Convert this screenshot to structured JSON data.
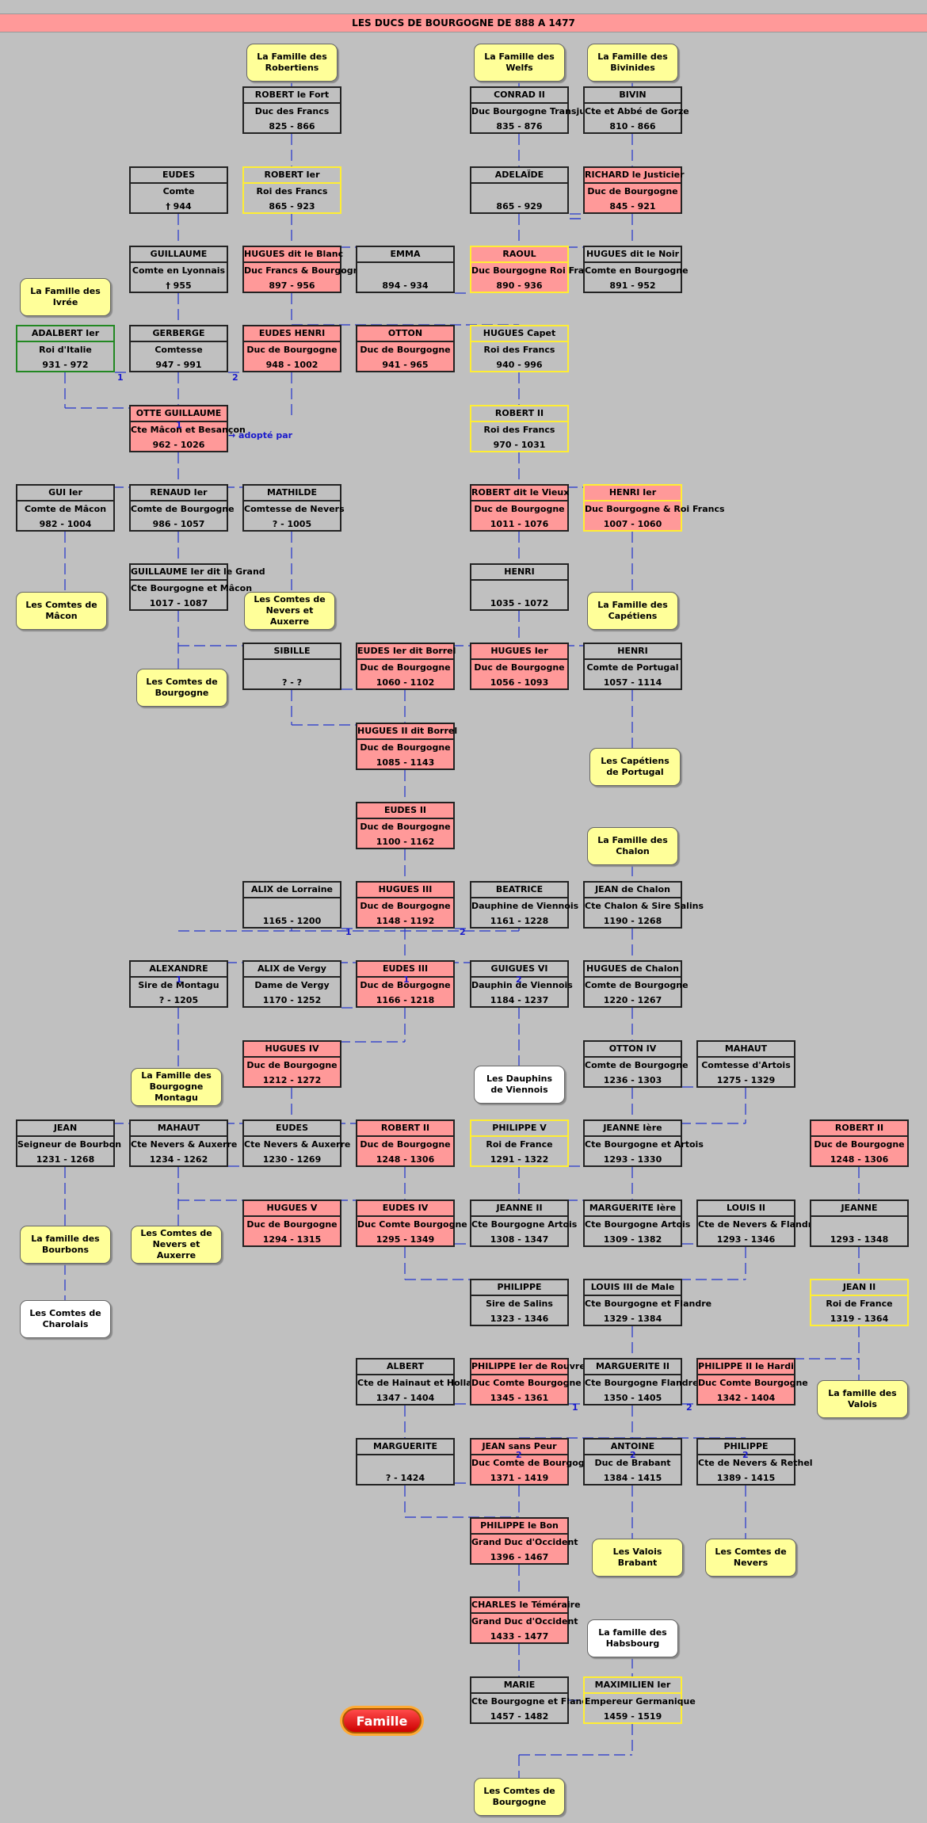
{
  "title": "LES DUCS DE BOURGOGNE DE 888 A 1477",
  "famille_button": "Famille",
  "adopted_note": "→ adopté par",
  "people": [
    {
      "id": "robert_fort",
      "name": "ROBERT le Fort",
      "title": "Duc des Francs",
      "dates": "825 - 866"
    },
    {
      "id": "conrad2",
      "name": "CONRAD II",
      "title": "Duc Bourgogne Transjurane",
      "dates": "835 - 876"
    },
    {
      "id": "bivin",
      "name": "BIVIN",
      "title": "Cte et Abbé de Gorze",
      "dates": "810 - 866"
    },
    {
      "id": "eudes_comte",
      "name": "EUDES",
      "title": "Comte",
      "dates": "† 944"
    },
    {
      "id": "robert1",
      "name": "ROBERT Ier",
      "title": "Roi des Francs",
      "dates": "865 - 923",
      "king": true
    },
    {
      "id": "adelaide",
      "name": "ADELAÏDE",
      "title": "",
      "dates": "865 - 929"
    },
    {
      "id": "richard",
      "name": "RICHARD le Justicier",
      "title": "Duc de Bourgogne",
      "dates": "845 - 921",
      "duke": true
    },
    {
      "id": "guillaume_lyon",
      "name": "GUILLAUME",
      "title": "Comte en Lyonnais",
      "dates": "† 955"
    },
    {
      "id": "hugues_blanc",
      "name": "HUGUES dit le Blanc",
      "title": "Duc Francs & Bourgogne",
      "dates": "897 - 956",
      "duke": true
    },
    {
      "id": "emma",
      "name": "EMMA",
      "title": "",
      "dates": "894 - 934"
    },
    {
      "id": "raoul",
      "name": "RAOUL",
      "title": "Duc Bourgogne Roi Francs",
      "dates": "890 - 936",
      "duke": true,
      "king": true
    },
    {
      "id": "hugues_noir",
      "name": "HUGUES dit le Noir",
      "title": "Comte en Bourgogne",
      "dates": "891 - 952"
    },
    {
      "id": "adalbert",
      "name": "ADALBERT Ier",
      "title": "Roi d'Italie",
      "dates": "931 - 972",
      "green": true
    },
    {
      "id": "gerberge",
      "name": "GERBERGE",
      "title": "Comtesse",
      "dates": "947 - 991"
    },
    {
      "id": "eudes_henri",
      "name": "EUDES HENRI",
      "title": "Duc de Bourgogne",
      "dates": "948 - 1002",
      "duke": true
    },
    {
      "id": "otton",
      "name": "OTTON",
      "title": "Duc de Bourgogne",
      "dates": "941 - 965",
      "duke": true
    },
    {
      "id": "hugues_capet",
      "name": "HUGUES Capet",
      "title": "Roi des Francs",
      "dates": "940 - 996",
      "king": true
    },
    {
      "id": "otte_guillaume",
      "name": "OTTE GUILLAUME",
      "title": "Cte Mâcon et Besançon",
      "dates": "962 - 1026",
      "duke": true
    },
    {
      "id": "robert2",
      "name": "ROBERT II",
      "title": "Roi des Francs",
      "dates": "970 - 1031",
      "king": true
    },
    {
      "id": "gui1",
      "name": "GUI Ier",
      "title": "Comte de Mâcon",
      "dates": "982 - 1004"
    },
    {
      "id": "renaud1",
      "name": "RENAUD Ier",
      "title": "Comte de Bourgogne",
      "dates": "986 - 1057"
    },
    {
      "id": "mathilde",
      "name": "MATHILDE",
      "title": "Comtesse de Nevers",
      "dates": "? - 1005"
    },
    {
      "id": "robert_vieux",
      "name": "ROBERT dit le Vieux",
      "title": "Duc de Bourgogne",
      "dates": "1011 - 1076",
      "duke": true
    },
    {
      "id": "henri1",
      "name": "HENRI Ier",
      "title": "Duc Bourgogne & Roi Francs",
      "dates": "1007 - 1060",
      "duke": true,
      "king": true
    },
    {
      "id": "guillaume1",
      "name": "GUILLAUME Ier dit le Grand",
      "title": "Cte Bourgogne et Mâcon",
      "dates": "1017 - 1087"
    },
    {
      "id": "henri_b",
      "name": "HENRI",
      "title": "",
      "dates": "1035 - 1072"
    },
    {
      "id": "sibille",
      "name": "SIBILLE",
      "title": "",
      "dates": "? - ?"
    },
    {
      "id": "eudes1",
      "name": "EUDES Ier dit Borrel",
      "title": "Duc de Bourgogne",
      "dates": "1060 - 1102",
      "duke": true
    },
    {
      "id": "hugues1",
      "name": "HUGUES Ier",
      "title": "Duc de Bourgogne",
      "dates": "1056 - 1093",
      "duke": true
    },
    {
      "id": "henri_portugal",
      "name": "HENRI",
      "title": "Comte de Portugal",
      "dates": "1057 - 1114"
    },
    {
      "id": "hugues2",
      "name": "HUGUES II dit Borrel",
      "title": "Duc de Bourgogne",
      "dates": "1085 - 1143",
      "duke": true
    },
    {
      "id": "eudes2",
      "name": "EUDES II",
      "title": "Duc de Bourgogne",
      "dates": "1100 - 1162",
      "duke": true
    },
    {
      "id": "alix_lorraine",
      "name": "ALIX de Lorraine",
      "title": "",
      "dates": "1165 - 1200"
    },
    {
      "id": "hugues3",
      "name": "HUGUES III",
      "title": "Duc de Bourgogne",
      "dates": "1148 - 1192",
      "duke": true
    },
    {
      "id": "beatrice",
      "name": "BEATRICE",
      "title": "Dauphine de Viennois",
      "dates": "1161 - 1228"
    },
    {
      "id": "jean_chalon",
      "name": "JEAN de Chalon",
      "title": "Cte Chalon & Sire Salins",
      "dates": "1190 - 1268"
    },
    {
      "id": "alexandre",
      "name": "ALEXANDRE",
      "title": "Sire de Montagu",
      "dates": "? - 1205"
    },
    {
      "id": "alix_vergy",
      "name": "ALIX de Vergy",
      "title": "Dame de Vergy",
      "dates": "1170 - 1252"
    },
    {
      "id": "eudes3",
      "name": "EUDES III",
      "title": "Duc de Bourgogne",
      "dates": "1166 - 1218",
      "duke": true
    },
    {
      "id": "guigues6",
      "name": "GUIGUES VI",
      "title": "Dauphin de Viennois",
      "dates": "1184 - 1237"
    },
    {
      "id": "hugues_chalon",
      "name": "HUGUES de Chalon",
      "title": "Comte de Bourgogne",
      "dates": "1220 - 1267"
    },
    {
      "id": "hugues4",
      "name": "HUGUES IV",
      "title": "Duc de Bourgogne",
      "dates": "1212 - 1272",
      "duke": true
    },
    {
      "id": "otton4",
      "name": "OTTON IV",
      "title": "Comte de Bourgogne",
      "dates": "1236 - 1303"
    },
    {
      "id": "mahaut_artois",
      "name": "MAHAUT",
      "title": "Comtesse d'Artois",
      "dates": "1275 - 1329"
    },
    {
      "id": "jean_bourbon",
      "name": "JEAN",
      "title": "Seigneur de Bourbon",
      "dates": "1231 - 1268"
    },
    {
      "id": "mahaut_nevers",
      "name": "MAHAUT",
      "title": "Cte Nevers & Auxerre",
      "dates": "1234 - 1262"
    },
    {
      "id": "eudes_nevers",
      "name": "EUDES",
      "title": "Cte Nevers & Auxerre",
      "dates": "1230 - 1269"
    },
    {
      "id": "robert2_duc",
      "name": "ROBERT II",
      "title": "Duc de Bourgogne",
      "dates": "1248 - 1306",
      "duke": true
    },
    {
      "id": "philippe5",
      "name": "PHILIPPE V",
      "title": "Roi de France",
      "dates": "1291 - 1322",
      "king": true
    },
    {
      "id": "jeanne1",
      "name": "JEANNE Ière",
      "title": "Cte Bourgogne et Artois",
      "dates": "1293 - 1330"
    },
    {
      "id": "robert2_duc_b",
      "name": "ROBERT II",
      "title": "Duc de Bourgogne",
      "dates": "1248 - 1306",
      "duke": true
    },
    {
      "id": "hugues5",
      "name": "HUGUES V",
      "title": "Duc de Bourgogne",
      "dates": "1294 - 1315",
      "duke": true
    },
    {
      "id": "eudes4",
      "name": "EUDES IV",
      "title": "Duc Comte Bourgogne",
      "dates": "1295 - 1349",
      "duke": true
    },
    {
      "id": "jeanne2",
      "name": "JEANNE II",
      "title": "Cte Bourgogne Artois",
      "dates": "1308 - 1347"
    },
    {
      "id": "marguerite1",
      "name": "MARGUERITE Ière",
      "title": "Cte Bourgogne Artois",
      "dates": "1309 - 1382"
    },
    {
      "id": "louis2",
      "name": "LOUIS II",
      "title": "Cte de Nevers & Flandre",
      "dates": "1293 - 1346"
    },
    {
      "id": "jeanne_b",
      "name": "JEANNE",
      "title": "",
      "dates": "1293 - 1348"
    },
    {
      "id": "philippe_salins",
      "name": "PHILIPPE",
      "title": "Sire de Salins",
      "dates": "1323 - 1346"
    },
    {
      "id": "louis3",
      "name": "LOUIS III de Male",
      "title": "Cte Bourgogne et Flandre",
      "dates": "1329 - 1384"
    },
    {
      "id": "jean2",
      "name": "JEAN II",
      "title": "Roi de France",
      "dates": "1319 - 1364",
      "king": true
    },
    {
      "id": "albert",
      "name": "ALBERT",
      "title": "Cte de Hainaut et Hollande",
      "dates": "1347 - 1404"
    },
    {
      "id": "philippe_rouvres",
      "name": "PHILIPPE Ier de Rouvres",
      "title": "Duc Comte Bourgogne",
      "dates": "1345 - 1361",
      "duke": true
    },
    {
      "id": "marguerite2",
      "name": "MARGUERITE II",
      "title": "Cte Bourgogne Flandre",
      "dates": "1350 - 1405"
    },
    {
      "id": "philippe_hardi",
      "name": "PHILIPPE II le Hardi",
      "title": "Duc Comte Bourgogne",
      "dates": "1342 - 1404",
      "duke": true
    },
    {
      "id": "marguerite_b",
      "name": "MARGUERITE",
      "title": "",
      "dates": "? - 1424"
    },
    {
      "id": "jean_peur",
      "name": "JEAN sans Peur",
      "title": "Duc Comte de Bourgogne",
      "dates": "1371 - 1419",
      "duke": true
    },
    {
      "id": "antoine",
      "name": "ANTOINE",
      "title": "Duc de Brabant",
      "dates": "1384 - 1415"
    },
    {
      "id": "philippe_rethel",
      "name": "PHILIPPE",
      "title": "Cte de Nevers & Rethel",
      "dates": "1389 - 1415"
    },
    {
      "id": "philippe_bon",
      "name": "PHILIPPE le Bon",
      "title": "Grand Duc d'Occident",
      "dates": "1396 - 1467",
      "duke": true
    },
    {
      "id": "charles",
      "name": "CHARLES le Téméraire",
      "title": "Grand Duc d'Occident",
      "dates": "1433 - 1477",
      "duke": true
    },
    {
      "id": "marie",
      "name": "MARIE",
      "title": "Cte Bourgogne et Flandre",
      "dates": "1457 - 1482"
    },
    {
      "id": "maximilien",
      "name": "MAXIMILIEN Ier",
      "title": "Empereur Germanique",
      "dates": "1459 - 1519",
      "king": true
    }
  ],
  "bubbles": [
    {
      "id": "robertiens",
      "text": "La Famille des Robertiens"
    },
    {
      "id": "welfs",
      "text": "La Famille des Welfs"
    },
    {
      "id": "bivinides",
      "text": "La Famille des Bivinides"
    },
    {
      "id": "ivree",
      "text": "La Famille des Ivrée"
    },
    {
      "id": "macon",
      "text": "Les Comtes de Mâcon"
    },
    {
      "id": "nevers_auxerre1",
      "text": "Les Comtes de Nevers et Auxerre"
    },
    {
      "id": "capetiens",
      "text": "La Famille des Capétiens"
    },
    {
      "id": "comtes_bourgogne1",
      "text": "Les Comtes de Bourgogne"
    },
    {
      "id": "capetiens_portugal",
      "text": "Les Capétiens de Portugal"
    },
    {
      "id": "chalon",
      "text": "La Famille des Chalon"
    },
    {
      "id": "montagu",
      "text": "La Famille des Bourgogne Montagu"
    },
    {
      "id": "dauphins",
      "text": "Les Dauphins de Viennois",
      "white": true
    },
    {
      "id": "bourbons",
      "text": "La famille des Bourbons"
    },
    {
      "id": "nevers_auxerre2",
      "text": "Les Comtes de Nevers et Auxerre"
    },
    {
      "id": "charolais",
      "text": "Les Comtes de Charolais",
      "white": true
    },
    {
      "id": "valois",
      "text": "La famille des Valois"
    },
    {
      "id": "valois_brabant",
      "text": "Les Valois Brabant"
    },
    {
      "id": "comtes_nevers",
      "text": "Les Comtes de Nevers"
    },
    {
      "id": "habsbourg",
      "text": "La famille des Habsbourg",
      "white": true
    },
    {
      "id": "comtes_bourgogne2",
      "text": "Les Comtes de Bourgogne"
    }
  ],
  "marriage_numbers": [
    {
      "id": "m_adalbert",
      "text": "1"
    },
    {
      "id": "m_eudes_henri",
      "text": "2"
    },
    {
      "id": "m_otte",
      "text": "1"
    },
    {
      "id": "m_h3_alix",
      "text": "1"
    },
    {
      "id": "m_h3_beatrice",
      "text": "2"
    },
    {
      "id": "m_alexandre",
      "text": "1"
    },
    {
      "id": "m_eudes3",
      "text": "1"
    },
    {
      "id": "m_guigues",
      "text": "2"
    },
    {
      "id": "m_marg2_rouvres",
      "text": "1"
    },
    {
      "id": "m_marg2_hardi",
      "text": "2"
    },
    {
      "id": "m_jean_peur",
      "text": "2"
    },
    {
      "id": "m_antoine",
      "text": "2"
    },
    {
      "id": "m_philippe_rethel",
      "text": "2"
    }
  ],
  "colors": {
    "background": "#c0c0c0",
    "title_bar": "#ff9999",
    "duke": "#ff9999",
    "bubble": "#ffff99",
    "king_border": "#ffee33",
    "line": "#2233cc"
  }
}
